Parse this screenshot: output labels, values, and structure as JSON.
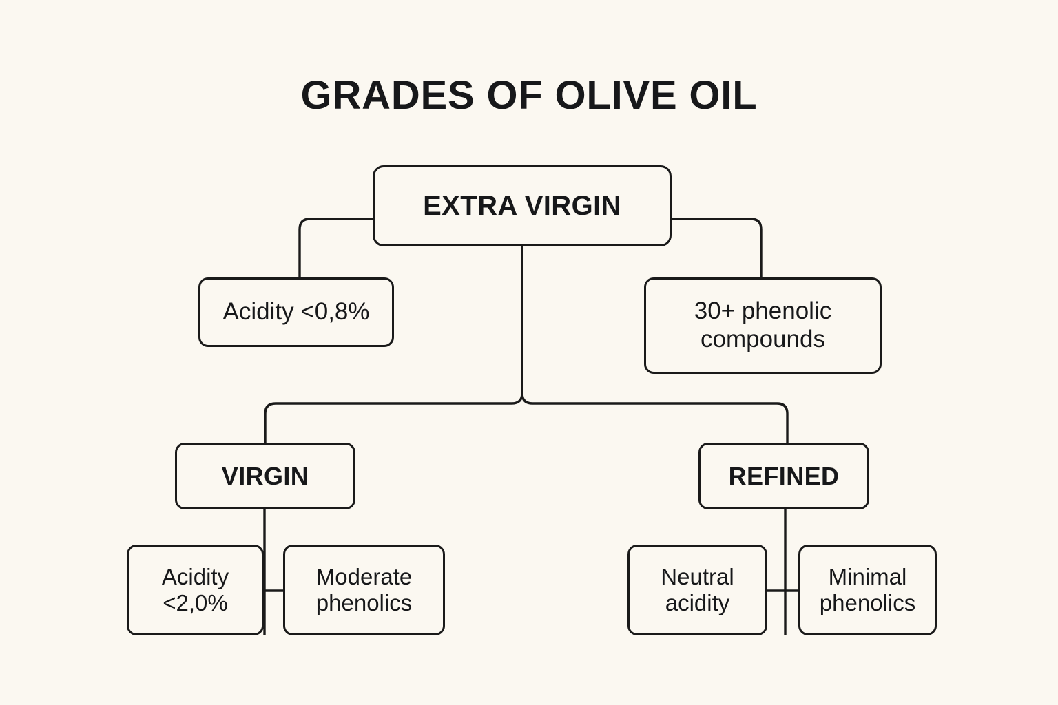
{
  "page": {
    "title": "GRADES OF OLIVE OIL",
    "background_color": "#FBF8F1",
    "line_color": "#1A1A1A",
    "text_color": "#17181A"
  },
  "diagram": {
    "type": "tree",
    "nodes": {
      "extra_virgin": "EXTRA VIRGIN",
      "acidity_extra_virgin": "Acidity <0,8%",
      "phenolic_extra_virgin": "30+ phenolic\ncompounds",
      "virgin": "VIRGIN",
      "refined": "REFINED",
      "acidity_virgin": "Acidity\n<2,0%",
      "phenolics_virgin": "Moderate\nphenolics",
      "acidity_refined": "Neutral\nacidity",
      "phenolics_refined": "Minimal\nphenolics"
    }
  }
}
